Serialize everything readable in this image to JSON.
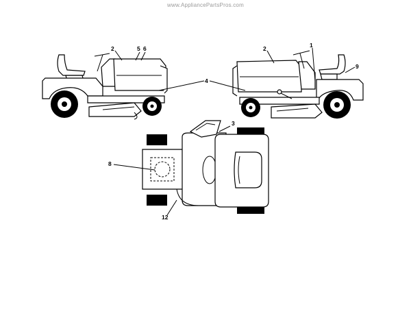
{
  "watermark": "www.AppliancePartsPros.com",
  "callouts": {
    "c1": "1",
    "c2_left": "2",
    "c2_right": "2",
    "c3": "3",
    "c4": "4",
    "c5": "5",
    "c6": "6",
    "c8": "8",
    "c9": "9",
    "c12": "12"
  }
}
